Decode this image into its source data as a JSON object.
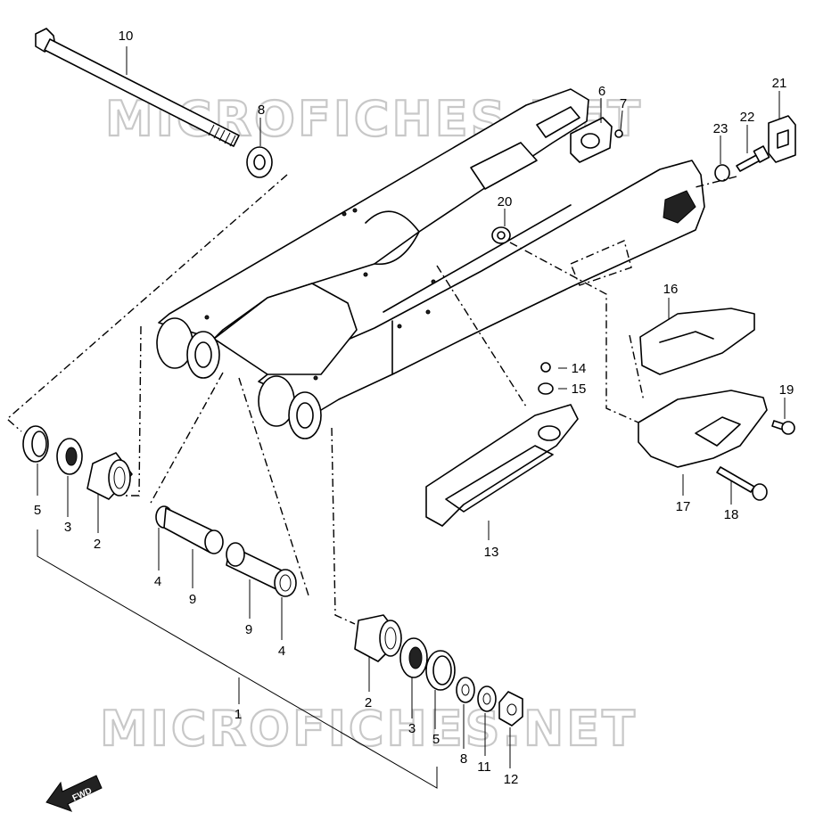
{
  "watermark": {
    "text": "MICROFICHES.NET",
    "color": "#c8c8c8"
  },
  "direction_badge": {
    "label": "FWD",
    "icon": "fwd-arrow-icon"
  },
  "callouts": [
    {
      "id": "c10",
      "text": "10"
    },
    {
      "id": "c8a",
      "text": "8"
    },
    {
      "id": "c6",
      "text": "6"
    },
    {
      "id": "c7",
      "text": "7"
    },
    {
      "id": "c21",
      "text": "21"
    },
    {
      "id": "c22",
      "text": "22"
    },
    {
      "id": "c23",
      "text": "23"
    },
    {
      "id": "c20",
      "text": "20"
    },
    {
      "id": "c16",
      "text": "16"
    },
    {
      "id": "c14",
      "text": "14"
    },
    {
      "id": "c15",
      "text": "15"
    },
    {
      "id": "c19",
      "text": "19"
    },
    {
      "id": "c17",
      "text": "17"
    },
    {
      "id": "c18",
      "text": "18"
    },
    {
      "id": "c13",
      "text": "13"
    },
    {
      "id": "c5a",
      "text": "5"
    },
    {
      "id": "c3a",
      "text": "3"
    },
    {
      "id": "c2a",
      "text": "2"
    },
    {
      "id": "c4a",
      "text": "4"
    },
    {
      "id": "c9a",
      "text": "9"
    },
    {
      "id": "c9b",
      "text": "9"
    },
    {
      "id": "c4b",
      "text": "4"
    },
    {
      "id": "c1",
      "text": "1"
    },
    {
      "id": "c2b",
      "text": "2"
    },
    {
      "id": "c3b",
      "text": "3"
    },
    {
      "id": "c5b",
      "text": "5"
    },
    {
      "id": "c8b",
      "text": "8"
    },
    {
      "id": "c11",
      "text": "11"
    },
    {
      "id": "c12",
      "text": "12"
    }
  ]
}
